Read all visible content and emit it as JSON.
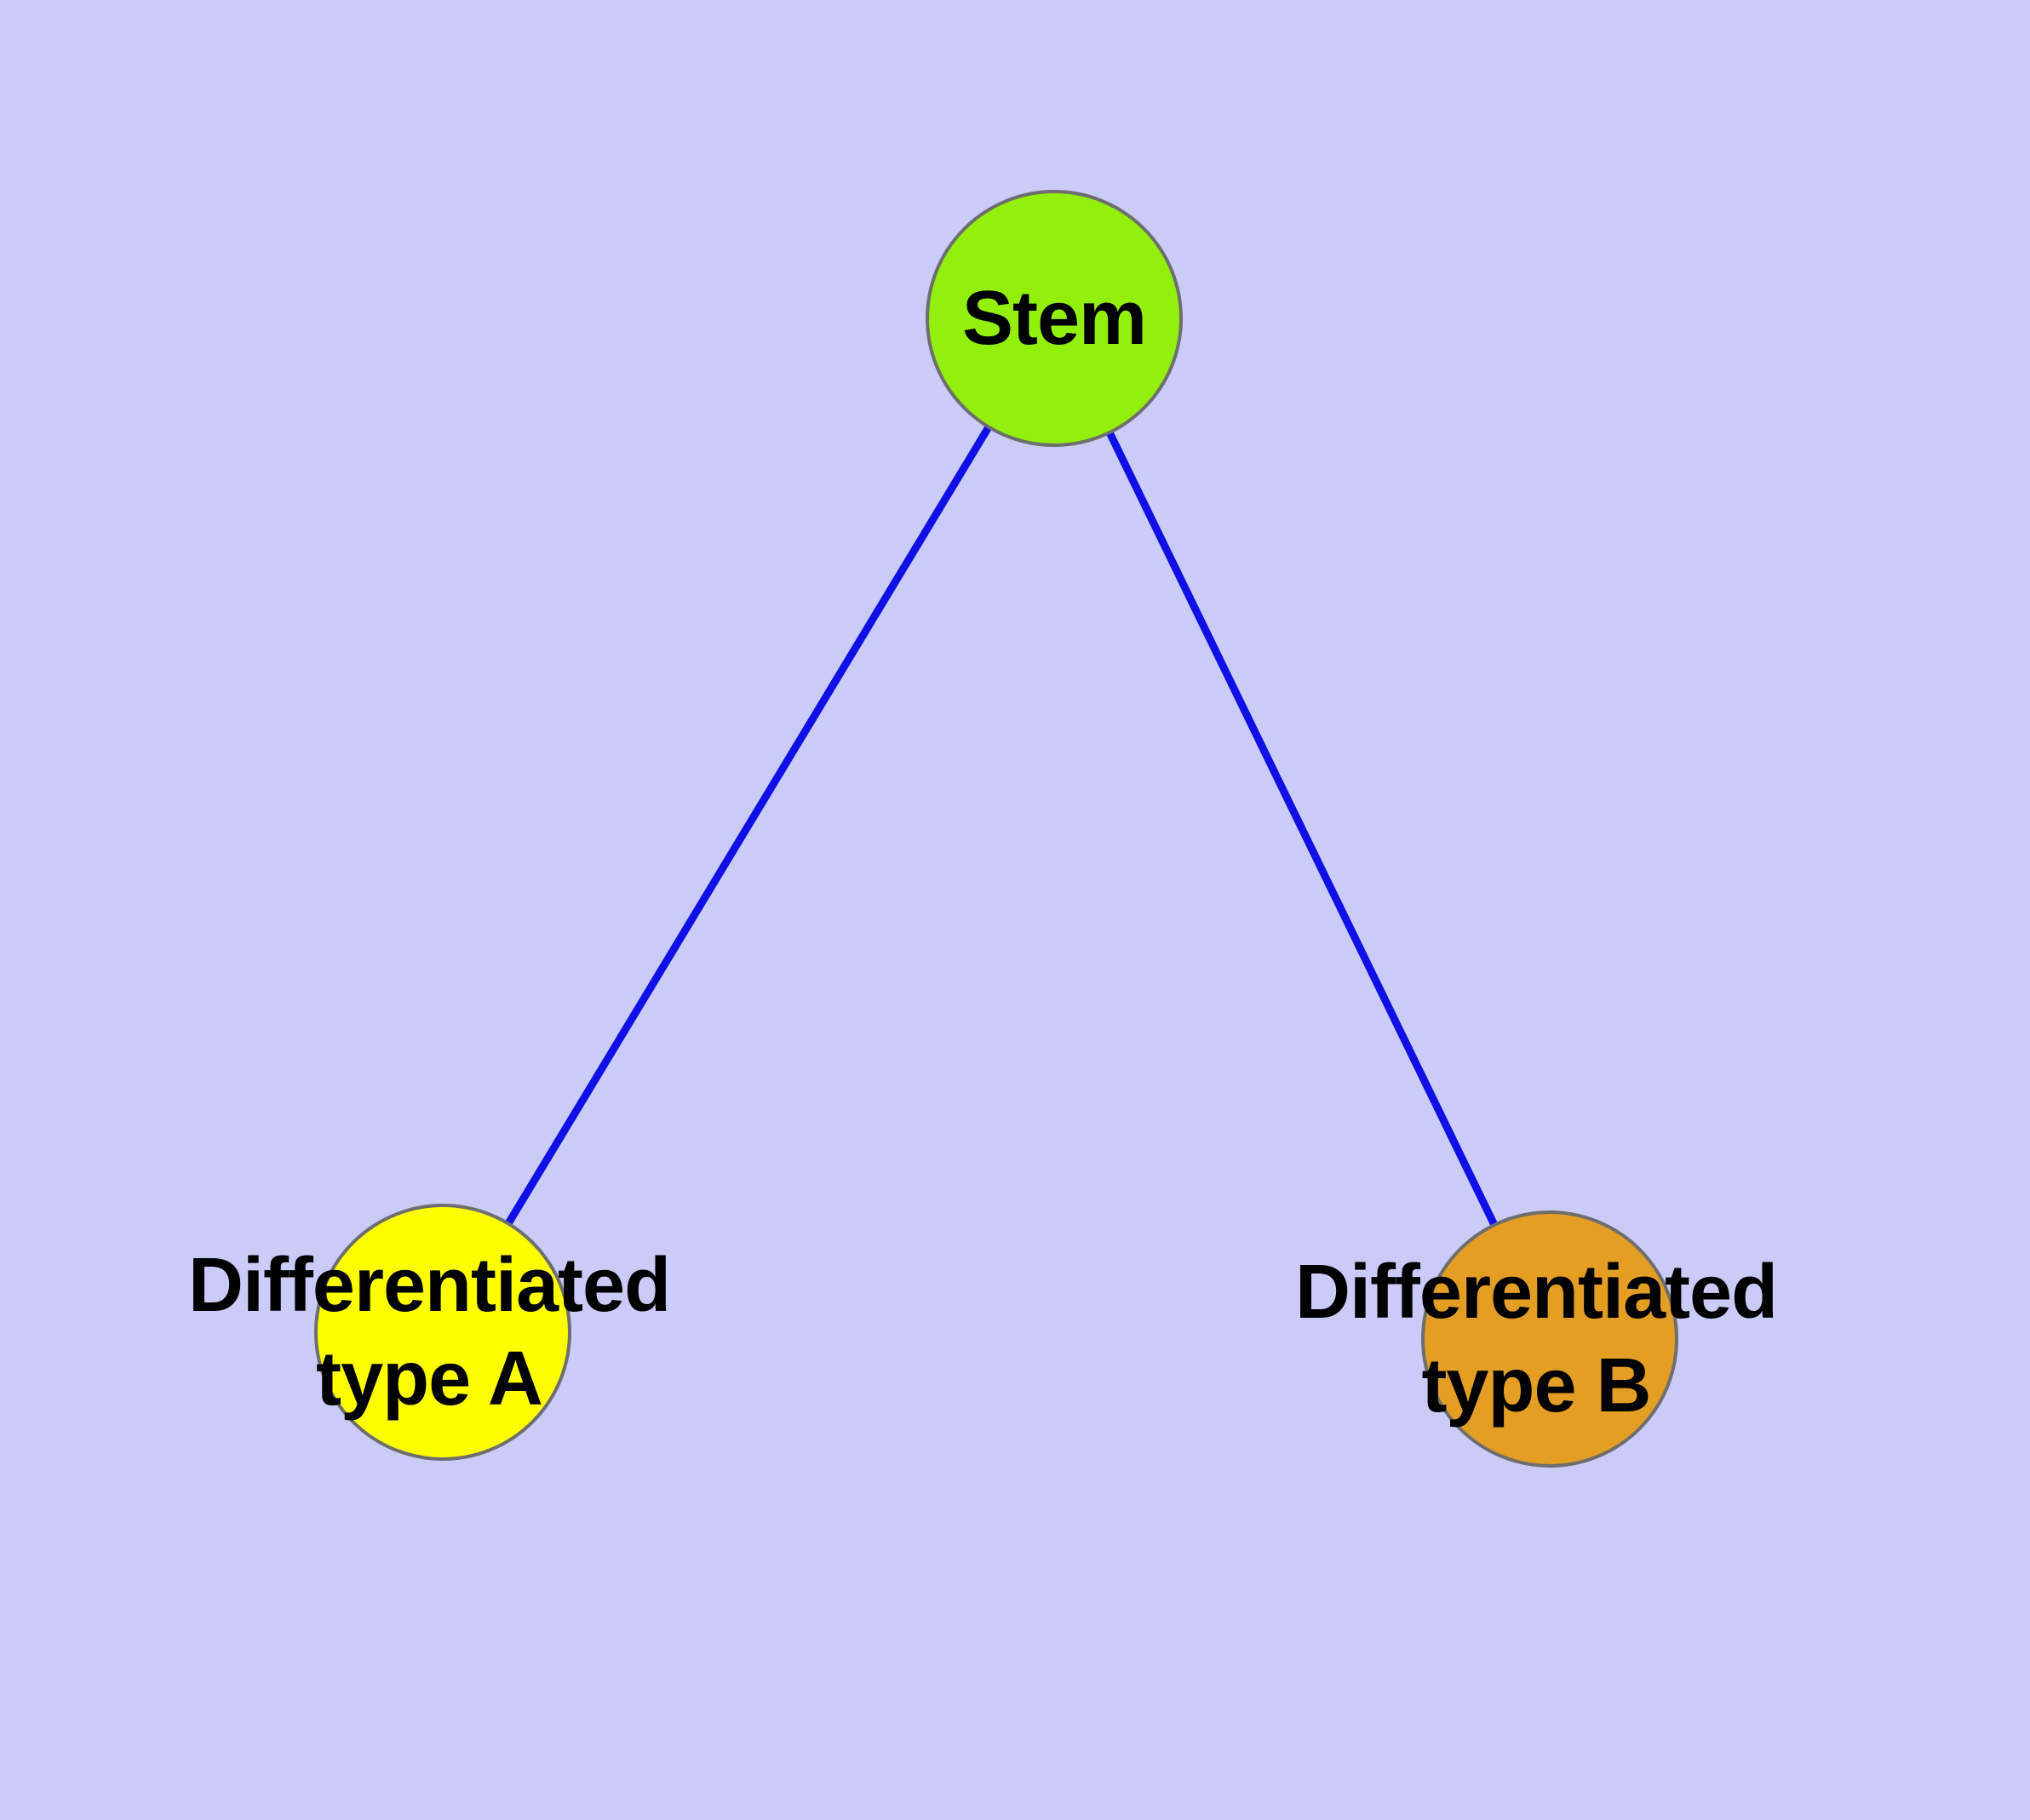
{
  "diagram": {
    "background_color": "#CBCBF8",
    "edge_color": "#0F0FE6",
    "node_border_color": "#6E6E6E",
    "label_color": "#000000",
    "nodes": {
      "stem": {
        "label": "Stem",
        "fill": "#93F00D"
      },
      "type_a": {
        "label": "Differentiated\ntype A",
        "fill": "#FFFF00"
      },
      "type_b": {
        "label": "Differentiated\ntype B",
        "fill": "#E49E24"
      }
    },
    "edges": [
      {
        "from": "stem",
        "to": "type_a"
      },
      {
        "from": "stem",
        "to": "type_b"
      }
    ]
  }
}
